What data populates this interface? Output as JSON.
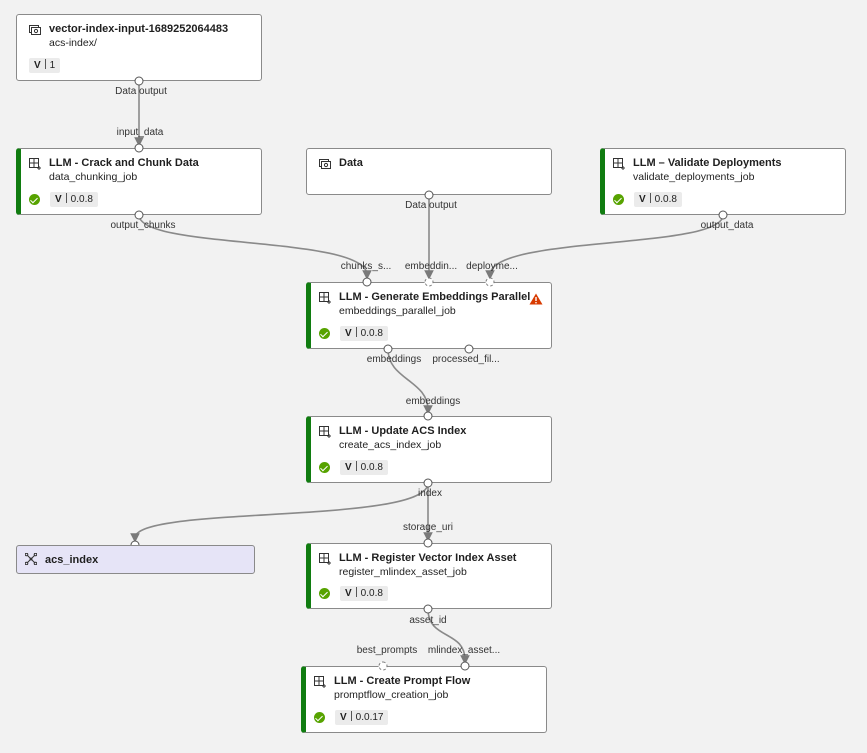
{
  "colors": {
    "success": "#57a300",
    "accent_bar": "#107c10",
    "warning": "#d83b01",
    "dataset_bg": "#e6e4f7"
  },
  "nodes": {
    "input": {
      "title": "vector-index-input-1689252064483",
      "subtitle": "acs-index/",
      "badge_label": "V",
      "version": "1",
      "out_port": "Data output",
      "icon": "dataset-icon"
    },
    "crack": {
      "title": "LLM - Crack and Chunk Data",
      "subtitle": "data_chunking_job",
      "badge_label": "V",
      "version": "0.0.8",
      "in_port": "input_data",
      "out_port": "output_chunks",
      "icon": "component-icon"
    },
    "data": {
      "title": "Data",
      "out_port": "Data output",
      "icon": "dataset-icon"
    },
    "validate": {
      "title": "LLM – Validate Deployments",
      "subtitle": "validate_deployments_job",
      "badge_label": "V",
      "version": "0.0.8",
      "out_port": "output_data",
      "icon": "component-icon"
    },
    "embed": {
      "title": "LLM - Generate Embeddings Parallel",
      "subtitle": "embeddings_parallel_job",
      "badge_label": "V",
      "version": "0.0.8",
      "in_ports": [
        "chunks_s...",
        "embeddin...",
        "deployme..."
      ],
      "out_ports": [
        "embeddings",
        "processed_fil..."
      ],
      "icon": "component-icon",
      "status_icon": "warning-icon"
    },
    "acs": {
      "title": "LLM - Update ACS Index",
      "subtitle": "create_acs_index_job",
      "badge_label": "V",
      "version": "0.0.8",
      "in_port": "embeddings",
      "out_port": "index",
      "icon": "component-icon"
    },
    "acs_index": {
      "title": "acs_index",
      "icon": "model-icon"
    },
    "register": {
      "title": "LLM - Register Vector Index Asset",
      "subtitle": "register_mlindex_asset_job",
      "badge_label": "V",
      "version": "0.0.8",
      "in_port": "storage_uri",
      "out_port": "asset_id",
      "icon": "component-icon"
    },
    "prompt": {
      "title": "LLM - Create Prompt Flow",
      "subtitle": "promptflow_creation_job",
      "badge_label": "V",
      "version": "0.0.17",
      "in_ports": [
        "best_prompts",
        "mlindex_asset..."
      ],
      "icon": "component-icon"
    }
  }
}
